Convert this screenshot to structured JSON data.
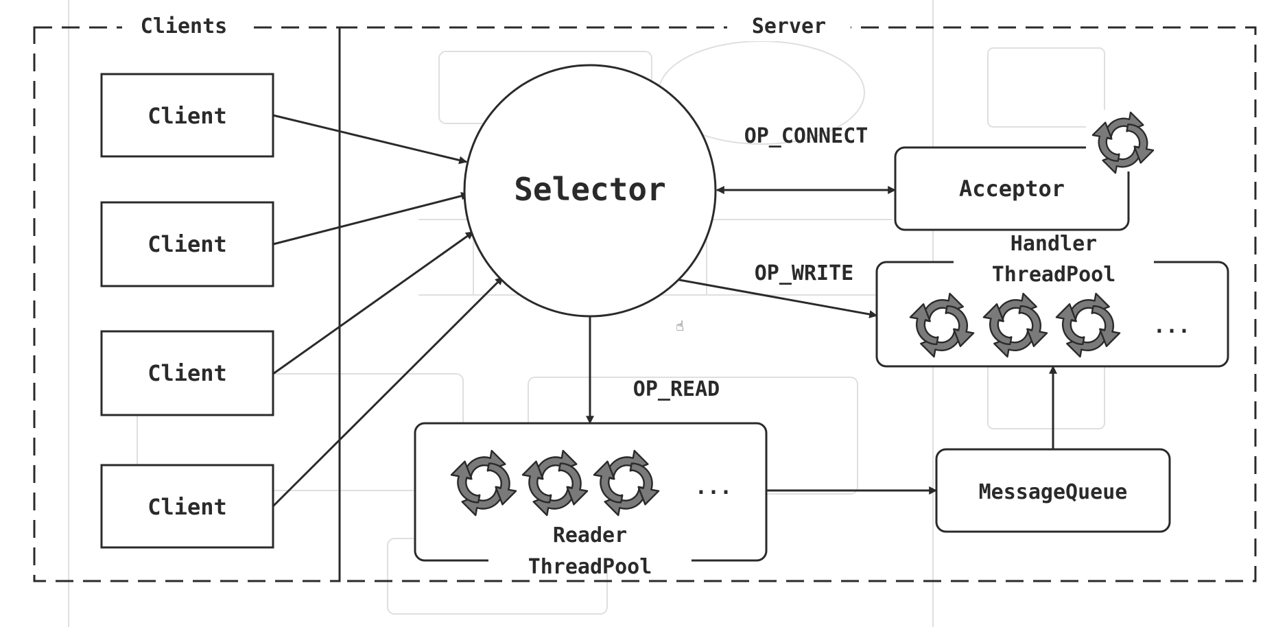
{
  "groups": {
    "clients_label": "Clients",
    "server_label": "Server"
  },
  "clients": [
    {
      "label": "Client"
    },
    {
      "label": "Client"
    },
    {
      "label": "Client"
    },
    {
      "label": "Client"
    }
  ],
  "selector": {
    "label": "Selector"
  },
  "acceptor": {
    "label": "Acceptor",
    "icon": "refresh-cycle-icon"
  },
  "handler_pool": {
    "title_line1": "Handler",
    "title_line2": "ThreadPool",
    "ellipsis": "...",
    "icon": "refresh-cycle-icon"
  },
  "reader_pool": {
    "title_line1": "Reader",
    "title_line2": "ThreadPool",
    "ellipsis": "...",
    "icon": "refresh-cycle-icon"
  },
  "message_queue": {
    "label": "MessageQueue"
  },
  "edges": {
    "op_connect": "OP_CONNECT",
    "op_write": "OP_WRITE",
    "op_read": "OP_READ"
  },
  "colors": {
    "stroke": "#2a2a2a",
    "icon_fill": "#7a7a7a",
    "ghost": "#d6d6d6",
    "background": "#ffffff"
  }
}
